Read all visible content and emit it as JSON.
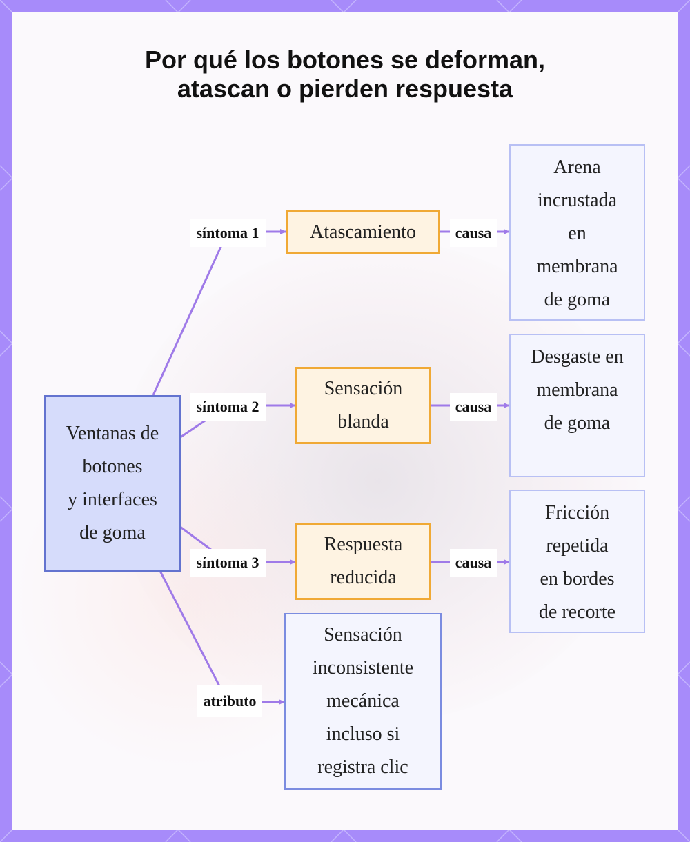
{
  "title": {
    "line1": "Por qué los botones se deforman,",
    "line2": "atascan o pierden respuesta"
  },
  "nodes": {
    "main": "Ventanas de\nbotones\ny interfaces\nde goma",
    "symptom1": "Atascamiento",
    "symptom2": "Sensación\nblanda",
    "symptom3": "Respuesta\nreducida",
    "cause1": "Arena\nincrustada\nen\nmembrana\nde goma",
    "cause2": "Desgaste en\nmembrana\nde goma",
    "cause3": "Fricción\nrepetida\nen bordes\nde recorte",
    "attribute": "Sensación\ninconsistente\nmecánica\nincluso si\nregistra clic"
  },
  "edge_labels": {
    "symptom1": "síntoma 1",
    "symptom2": "síntoma 2",
    "symptom3": "síntoma 3",
    "cause1": "causa",
    "cause2": "causa",
    "cause3": "causa",
    "attribute": "atributo"
  },
  "colors": {
    "frame": "#a78bfa",
    "edge": "#9f7ae8",
    "main_fill": "#d6dcfb",
    "main_border": "#6373cf",
    "symptom_fill": "#fef3e2",
    "symptom_border": "#f0a935",
    "cause_fill": "#f4f5fe",
    "cause_border": "#b8c0f4"
  }
}
